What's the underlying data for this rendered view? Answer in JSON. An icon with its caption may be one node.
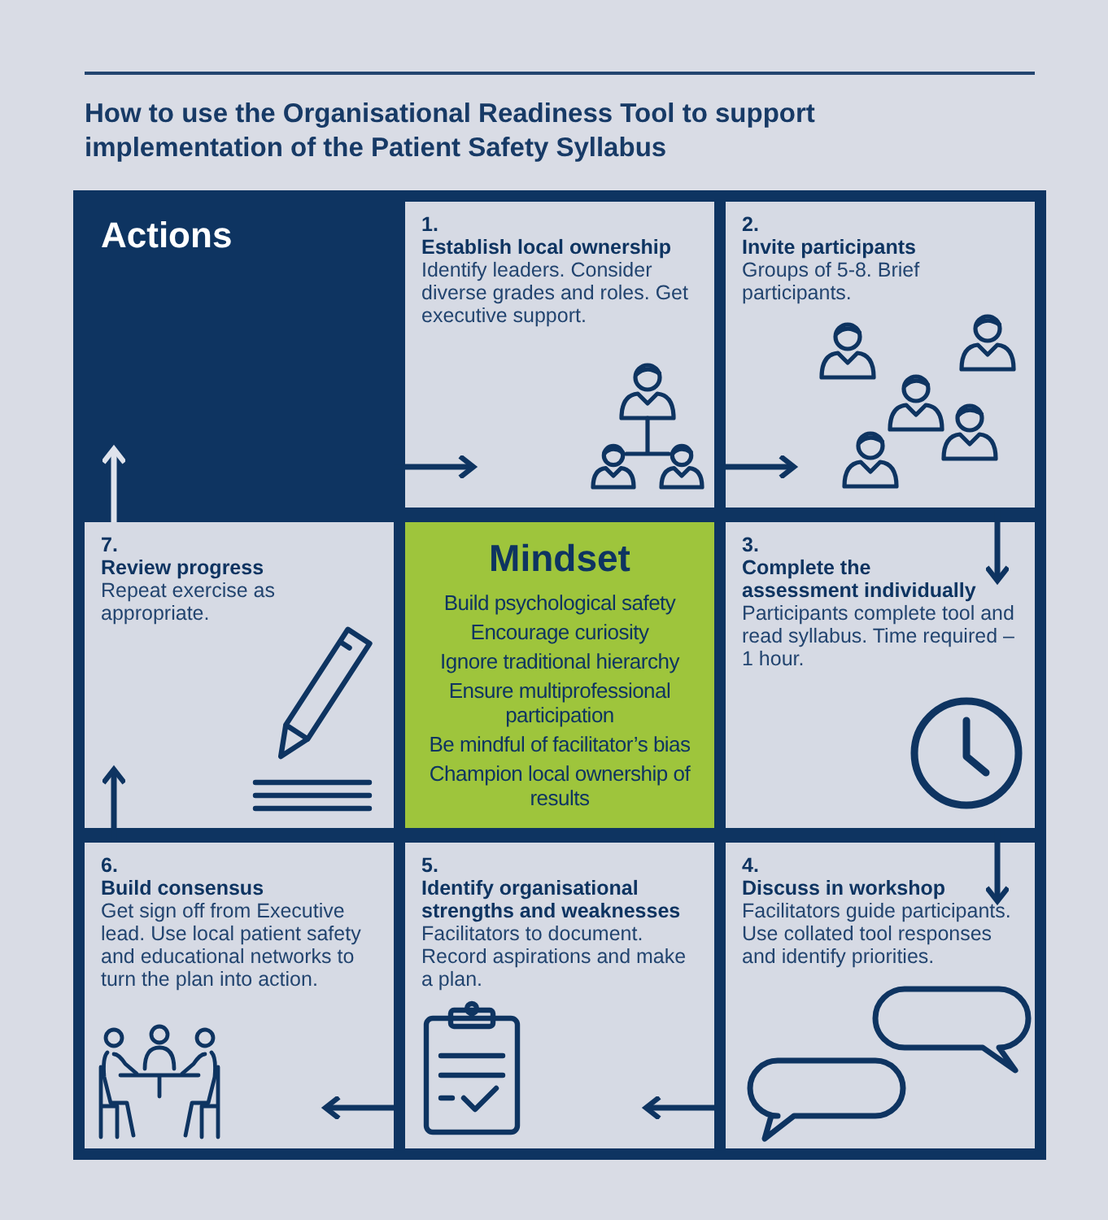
{
  "diagram": {
    "title": "How to use the Organisational Readiness Tool to support implementation of the Patient Safety Syllabus",
    "nodes": [
      {
        "text": [
          "Actions"
        ]
      },
      {
        "text": [
          "1.",
          "Establish local ownership",
          "Identify leaders. Consider diverse grades and roles. Get executive support."
        ]
      },
      {
        "text": [
          "2.",
          "Invite participants",
          "Groups of 5-8. Brief participants."
        ]
      },
      {
        "text": [
          "7.",
          "Review progress",
          "Repeat exercise as appropriate."
        ]
      },
      {
        "text": [
          "Mindset",
          "Build psychological safety",
          "Encourage curiosity",
          "Ignore traditional hierarchy",
          "Ensure multiprofessional participation",
          "Be mindful of facilitator’s bias",
          "Champion local ownership of results"
        ]
      },
      {
        "text": [
          "3.",
          "Complete the assessment individually",
          "Participants complete tool and read syllabus. Time required – 1 hour."
        ]
      },
      {
        "text": [
          "6.",
          "Build consensus",
          "Get sign off from Executive lead. Use local patient safety and educational networks to turn the plan into action."
        ]
      },
      {
        "text": [
          "5.",
          "Identify organisational strengths and weaknesses",
          "Facilitators to document. Record aspirations and make a plan."
        ]
      },
      {
        "text": [
          "4.",
          "Discuss in workshop",
          "Facilitators guide participants. Use collated tool responses and identify priorities."
        ]
      }
    ],
    "edges": [
      {
        "from": 0,
        "to": 1,
        "arrow": "to"
      },
      {
        "from": 1,
        "to": 2,
        "arrow": "to"
      },
      {
        "from": 2,
        "to": 5,
        "arrow": "to"
      },
      {
        "from": 5,
        "to": 8,
        "arrow": "to"
      },
      {
        "from": 8,
        "to": 7,
        "arrow": "to"
      },
      {
        "from": 7,
        "to": 6,
        "arrow": "to"
      },
      {
        "from": 6,
        "to": 3,
        "arrow": "to"
      },
      {
        "from": 3,
        "to": 0,
        "arrow": "to",
        "color": "#dfe3ec"
      }
    ]
  }
}
